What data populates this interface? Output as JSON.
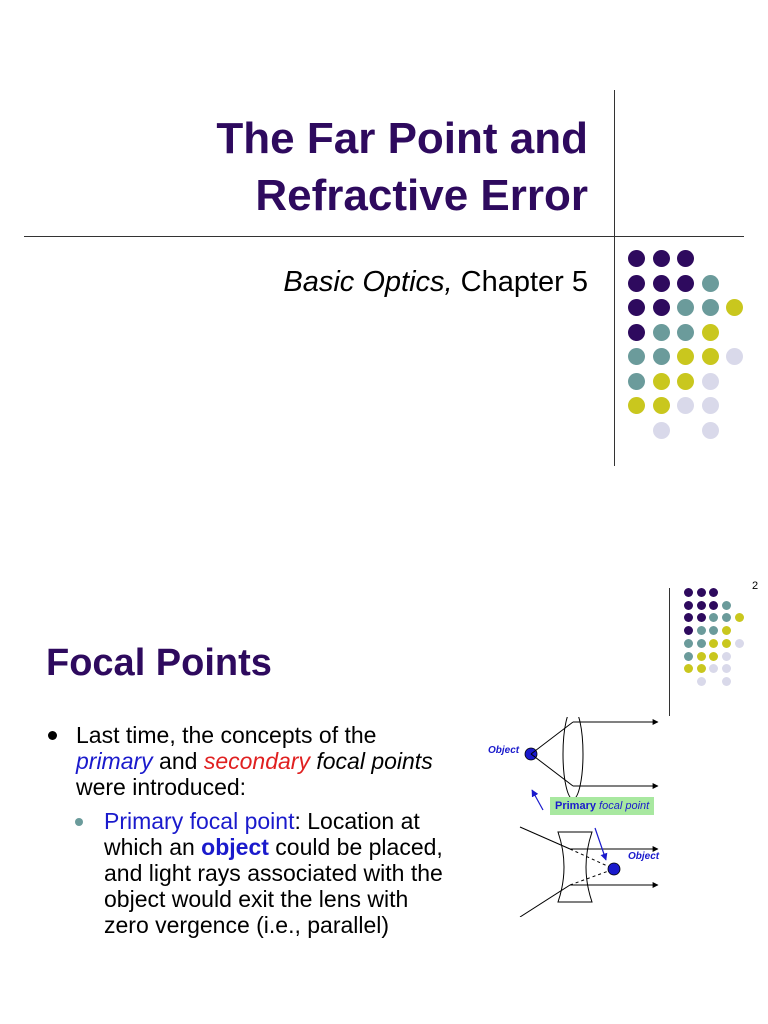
{
  "slide1": {
    "title_line1": "The Far Point and",
    "title_line2": "Refractive Error",
    "subtitle_italic": "Basic Optics,",
    "subtitle_rest": " Chapter 5"
  },
  "slide2": {
    "page_number": "2",
    "title": "Focal Points",
    "bullet1": {
      "part1": "Last time, the concepts of the ",
      "primary": "primary",
      "part2": " and ",
      "secondary": "secondary",
      "part3": " ",
      "focal_points": "focal points",
      "part4": " were introduced:"
    },
    "bullet2": {
      "term": "Primary focal point",
      "part1": ": Location at which an ",
      "object": "object",
      "part2": " could be placed, and light rays associated with the object would exit the lens with zero vergence (i.e., parallel)"
    },
    "diagram": {
      "object_label_top": "Object",
      "object_label_bottom": "Object",
      "focal_box_bold": "Primary",
      "focal_box_italic": " focal point"
    }
  },
  "colors": {
    "purple": "#2e0a5e",
    "teal": "#6b9b9b",
    "yellow": "#c9c71e",
    "lavender": "#d9d9ea",
    "blue_text": "#1a1acc",
    "red_text": "#e02020"
  }
}
